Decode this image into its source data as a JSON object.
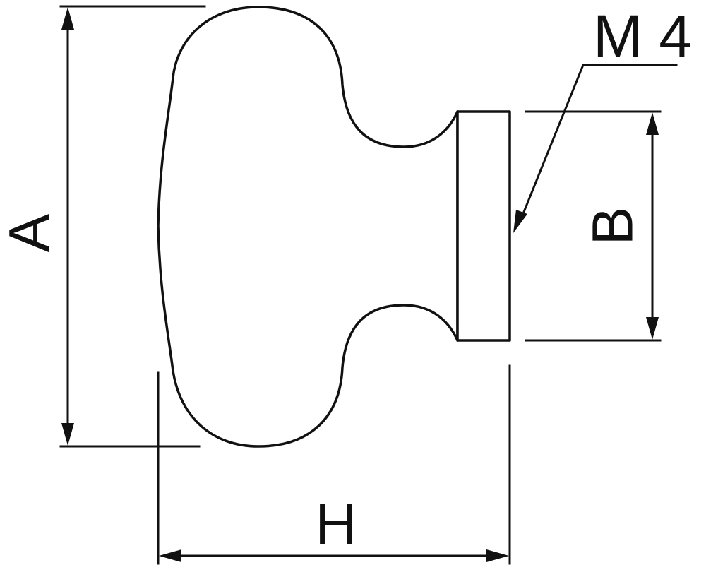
{
  "diagram": {
    "labels": {
      "thread": "M 4",
      "height": "A",
      "base": "B",
      "length": "H"
    },
    "colors": {
      "line": "#111111",
      "background": "#ffffff"
    }
  }
}
